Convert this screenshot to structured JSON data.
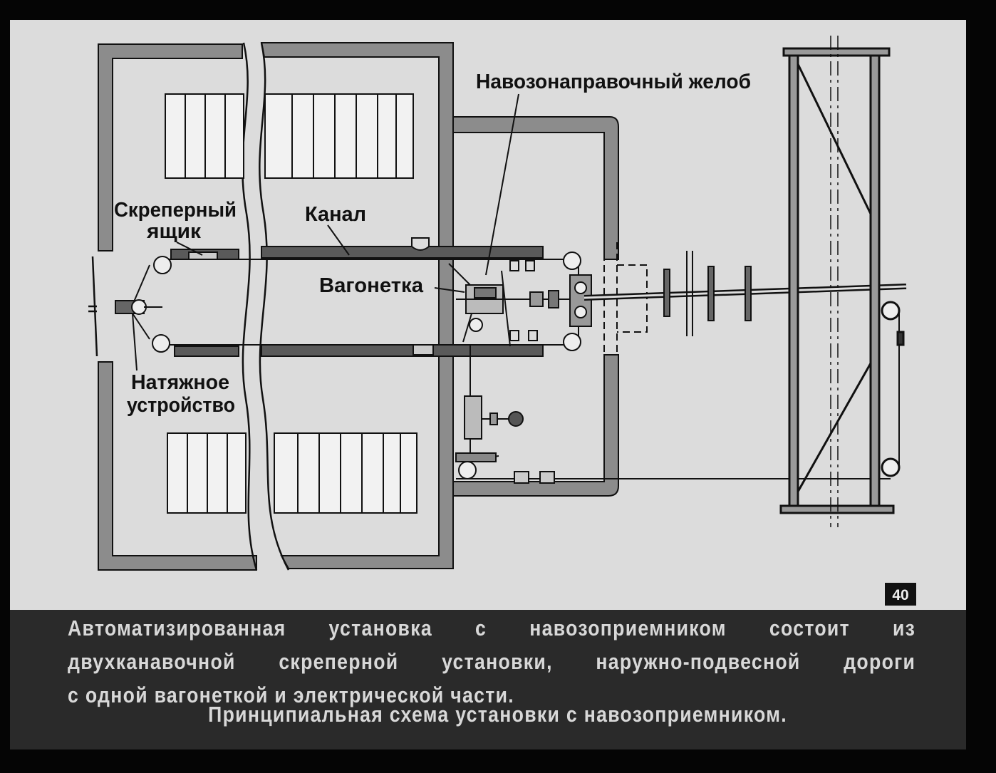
{
  "slide": {
    "number": "40",
    "colors": {
      "background": "#050505",
      "paper": "#dcdcdc",
      "wall": "#8c8c8c",
      "ink": "#111111",
      "caption_band": "#2a2a2a",
      "caption_text": "#d8d8d8"
    }
  },
  "diagram": {
    "labels": {
      "chute": "Навозонаправочный желоб",
      "scraper_box_1": "Скреперный",
      "scraper_box_2": "ящик",
      "channel": "Канал",
      "trolley": "Вагонетка",
      "tensioner_1": "Натяжное",
      "tensioner_2": "устройство"
    }
  },
  "caption": {
    "line1": "Автоматизированная установка с навозоприемником состоит из",
    "line2": "двухканавочной скреперной установки, наружно-подвесной дороги",
    "line3": "с одной вагонеткой и электрической части.",
    "subtitle": "Принципиальная схема установки с навозоприемником."
  }
}
